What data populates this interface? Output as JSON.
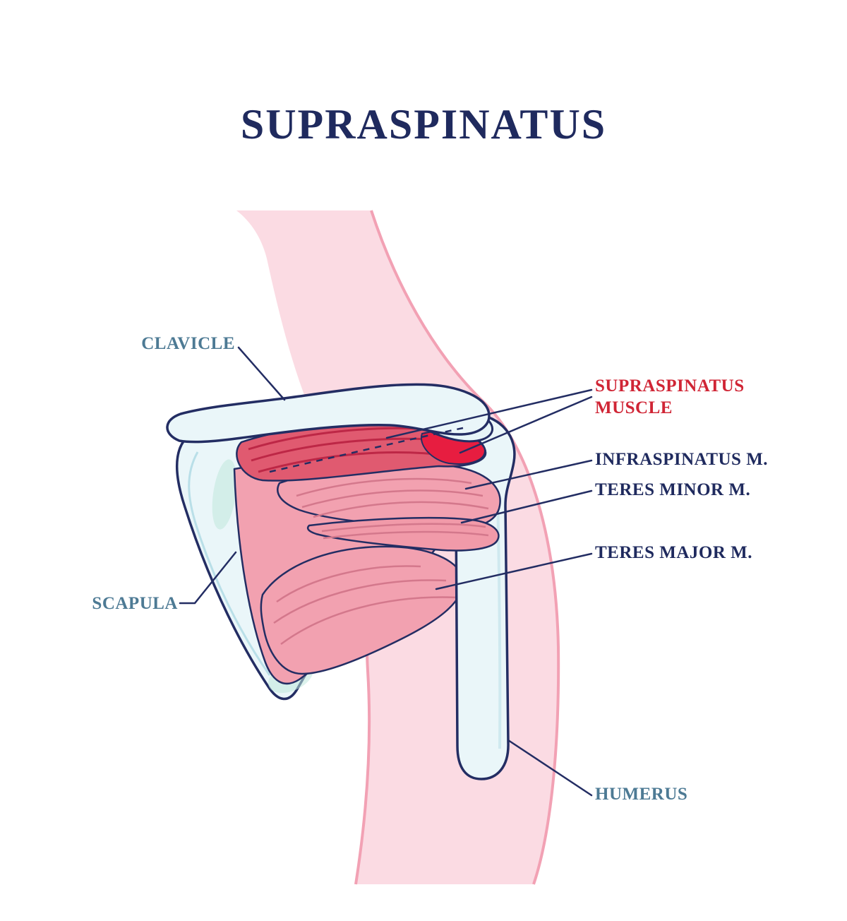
{
  "title": "SUPRASPINATUS",
  "labels": {
    "clavicle": "CLAVICLE",
    "supraspinatus_line1": "SUPRASPINATUS",
    "supraspinatus_line2": "MUSCLE",
    "infraspinatus": "INFRASPINATUS M.",
    "teres_minor": "TERES MINOR M.",
    "teres_major": "TERES MAJOR M.",
    "scapula": "SCAPULA",
    "humerus": "HUMERUS"
  },
  "colors": {
    "title_navy": "#1f2a5e",
    "label_blue": "#4d7a94",
    "label_red": "#d02535",
    "line_navy": "#232d63",
    "body_pink": "#fbdbe3",
    "body_edge_pink": "#f2a1b4",
    "bone_fill": "#eaf6f9",
    "bone_outline": "#232d63",
    "muscle_pink": "#f2a1b0",
    "muscle_stripe": "#d4788c",
    "supraspinatus_red": "#e05a70",
    "supraspinatus_stripe": "#bd2746",
    "supraspinatus_bright_red": "#e71d40",
    "teal_accent": "#bfe7dc"
  }
}
